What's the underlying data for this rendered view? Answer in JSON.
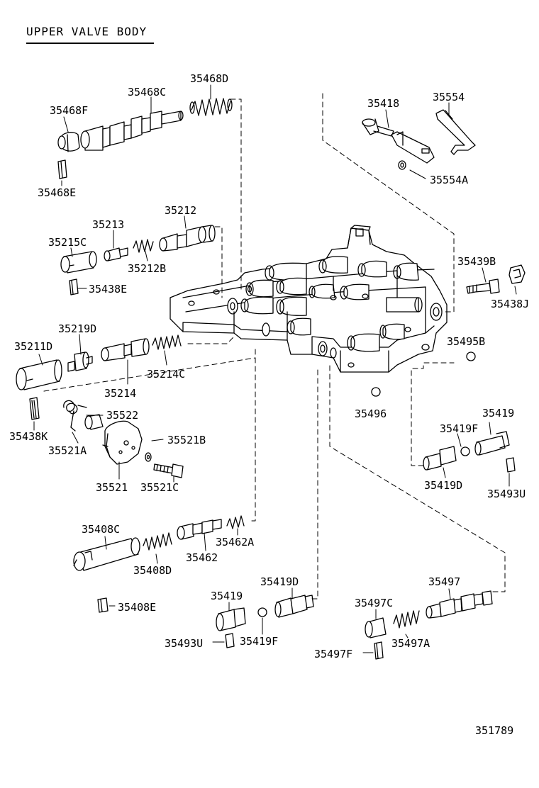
{
  "title": "UPPER VALVE BODY",
  "drawing_number": "351789",
  "parts": [
    {
      "id": "p01",
      "number": "35468D"
    },
    {
      "id": "p02",
      "number": "35468C"
    },
    {
      "id": "p03",
      "number": "35468F"
    },
    {
      "id": "p04",
      "number": "35468E"
    },
    {
      "id": "p05",
      "number": "35418"
    },
    {
      "id": "p06",
      "number": "35554"
    },
    {
      "id": "p07",
      "number": "35554A"
    },
    {
      "id": "p08",
      "number": "35212"
    },
    {
      "id": "p09",
      "number": "35213"
    },
    {
      "id": "p10",
      "number": "35215C"
    },
    {
      "id": "p11",
      "number": "35212B"
    },
    {
      "id": "p12",
      "number": "35438E"
    },
    {
      "id": "p13",
      "number": "35439B"
    },
    {
      "id": "p14",
      "number": "35438J"
    },
    {
      "id": "p15",
      "number": "35219D"
    },
    {
      "id": "p16",
      "number": "35211D"
    },
    {
      "id": "p17",
      "number": "35214C"
    },
    {
      "id": "p18",
      "number": "35214"
    },
    {
      "id": "p19",
      "number": "35495B"
    },
    {
      "id": "p20",
      "number": "35522"
    },
    {
      "id": "p21",
      "number": "35496"
    },
    {
      "id": "p22",
      "number": "35438K"
    },
    {
      "id": "p23",
      "number": "35521A"
    },
    {
      "id": "p24",
      "number": "35521B"
    },
    {
      "id": "p25",
      "number": "35419"
    },
    {
      "id": "p26",
      "number": "35419F"
    },
    {
      "id": "p27",
      "number": "35521"
    },
    {
      "id": "p28",
      "number": "35521C"
    },
    {
      "id": "p29",
      "number": "35419D"
    },
    {
      "id": "p30",
      "number": "35493U"
    },
    {
      "id": "p31",
      "number": "35408C"
    },
    {
      "id": "p32",
      "number": "35462A"
    },
    {
      "id": "p33",
      "number": "35408D"
    },
    {
      "id": "p34",
      "number": "35462"
    },
    {
      "id": "p35",
      "number": "35419D"
    },
    {
      "id": "p36",
      "number": "35497"
    },
    {
      "id": "p37",
      "number": "35419"
    },
    {
      "id": "p38",
      "number": "35497C"
    },
    {
      "id": "p39",
      "number": "35408E"
    },
    {
      "id": "p40",
      "number": "35497A"
    },
    {
      "id": "p41",
      "number": "35493U"
    },
    {
      "id": "p42",
      "number": "35419F"
    },
    {
      "id": "p43",
      "number": "35497F"
    }
  ]
}
